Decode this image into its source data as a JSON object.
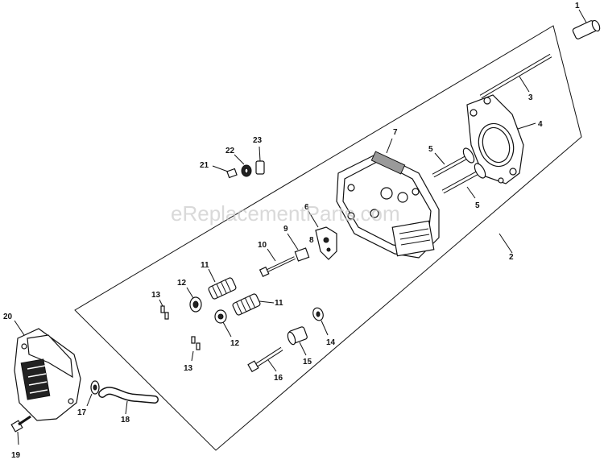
{
  "watermark": "eReplacementParts.com",
  "callouts": {
    "c1": "1",
    "c2": "2",
    "c3": "3",
    "c4": "4",
    "c5a": "5",
    "c5b": "5",
    "c6": "6",
    "c7": "7",
    "c8": "8",
    "c9": "9",
    "c10": "10",
    "c11a": "11",
    "c11b": "11",
    "c12a": "12",
    "c12b": "12",
    "c13a": "13",
    "c13b": "13",
    "c14": "14",
    "c15": "15",
    "c16": "16",
    "c17": "17",
    "c18": "18",
    "c19": "19",
    "c20": "20",
    "c21": "21",
    "c22": "22",
    "c23": "23"
  },
  "colors": {
    "line": "#111111",
    "watermark": "#c9c9c9",
    "background": "#ffffff"
  }
}
